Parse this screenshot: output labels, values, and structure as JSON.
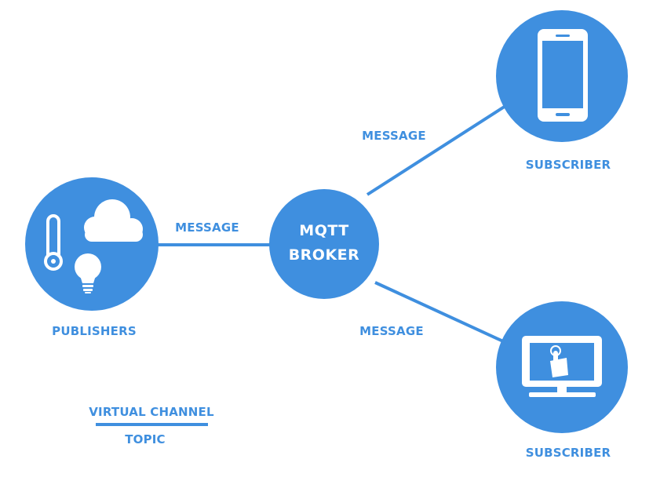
{
  "colors": {
    "accent": "#3f8fdf",
    "icon": "#ffffff"
  },
  "broker": {
    "line1": "MQTT",
    "line2": "BROKER"
  },
  "publishers": {
    "label": "PUBLISHERS",
    "icons": [
      "thermometer-icon",
      "cloud-icon",
      "lightbulb-icon"
    ]
  },
  "subscriber_top": {
    "label": "SUBSCRIBER",
    "icon": "smartphone-icon"
  },
  "subscriber_bottom": {
    "label": "SUBSCRIBER",
    "icon": "monitor-touch-icon"
  },
  "messages": {
    "left": "MESSAGE",
    "top": "MESSAGE",
    "bottom": "MESSAGE"
  },
  "legend": {
    "channel": "VIRTUAL CHANNEL",
    "topic": "TOPIC"
  }
}
